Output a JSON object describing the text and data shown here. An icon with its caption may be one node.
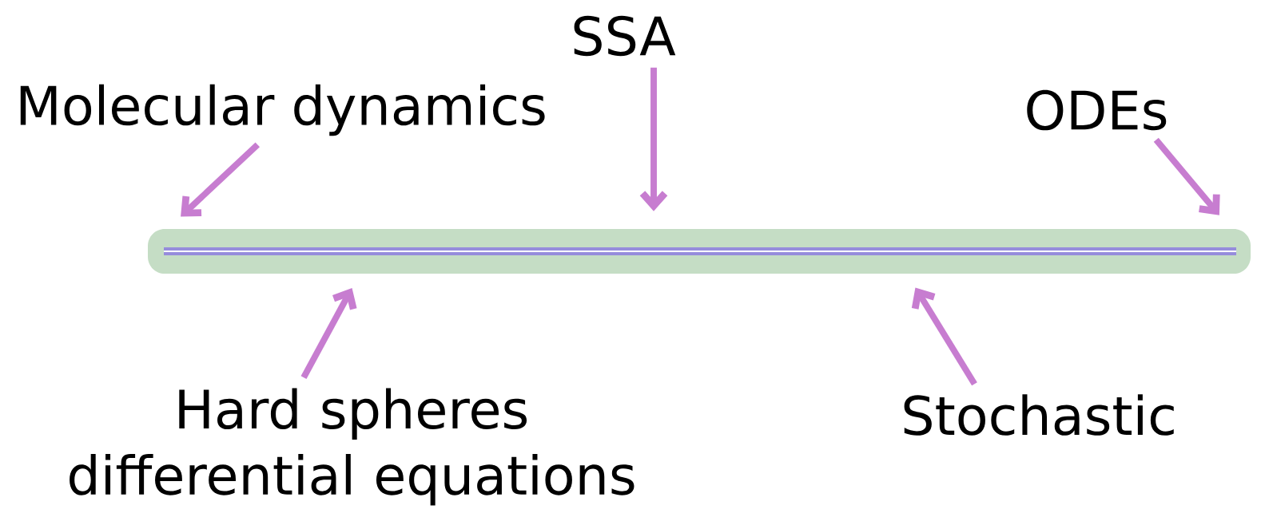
{
  "diagram": {
    "nodes": [
      {
        "text": [
          "SSA"
        ]
      },
      {
        "text": [
          "Molecular dynamics"
        ]
      },
      {
        "text": [
          "ODEs"
        ]
      },
      {
        "text": [],
        "shape": "bar"
      },
      {
        "text": [
          "Hard spheres differential equations"
        ]
      },
      {
        "text": [
          "Stochastic"
        ]
      }
    ],
    "edges": [
      {
        "from": 0,
        "to": 3,
        "arrow": "to"
      },
      {
        "from": 1,
        "to": 3,
        "arrow": "to"
      },
      {
        "from": 2,
        "to": 3,
        "arrow": "to"
      },
      {
        "from": 4,
        "to": 3,
        "arrow": "to"
      },
      {
        "from": 5,
        "to": 3,
        "arrow": "to"
      }
    ]
  }
}
